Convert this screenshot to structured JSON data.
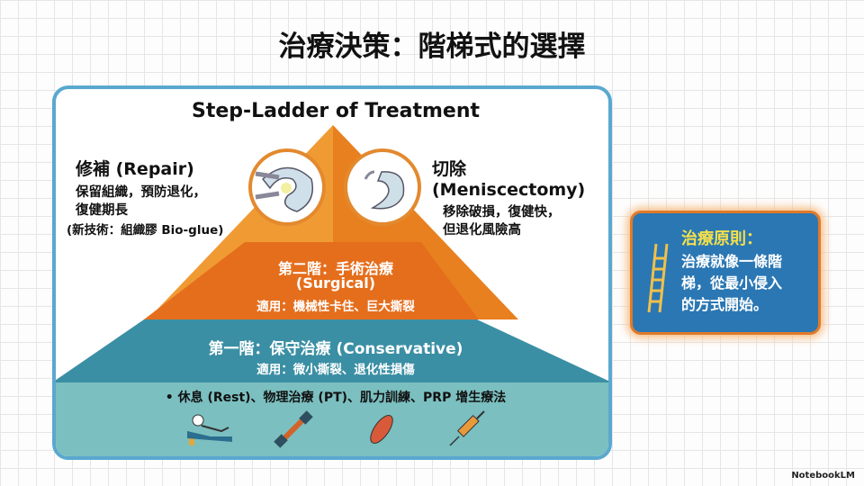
{
  "title": "治療決策：階梯式的選擇",
  "heading": "Step-Ladder of Treatment",
  "repair": {
    "title": "修補 (Repair)",
    "lines": [
      "保留組織，預防退化，",
      "復健期長"
    ],
    "note": "(新技術：組織膠 Bio-glue)"
  },
  "meniscectomy": {
    "title": "切除 (Meniscectomy)",
    "lines": [
      "移除破損，復健快，",
      "但退化風險高"
    ]
  },
  "tier2": {
    "title": "第二階：手術治療",
    "subtitle": "(Surgical)",
    "applies": "適用：機械性卡住、巨大撕裂"
  },
  "tier1": {
    "title": "第一階：保守治療 (Conservative)",
    "applies": "適用：微小撕裂、退化性損傷",
    "methods": "• 休息 (Rest)、物理治療 (PT)、肌力訓練、PRP 增生療法"
  },
  "principle": {
    "title": "治療原則：",
    "lines": [
      "治療就像一條階",
      "梯，從最小侵入",
      "的方式開始。"
    ]
  },
  "watermark": "NotebookLM",
  "colors": {
    "orange": "#e8711f",
    "teal": "#3b8fa4",
    "light_teal": "#7bbfc0",
    "blue": "#2a77b4"
  }
}
